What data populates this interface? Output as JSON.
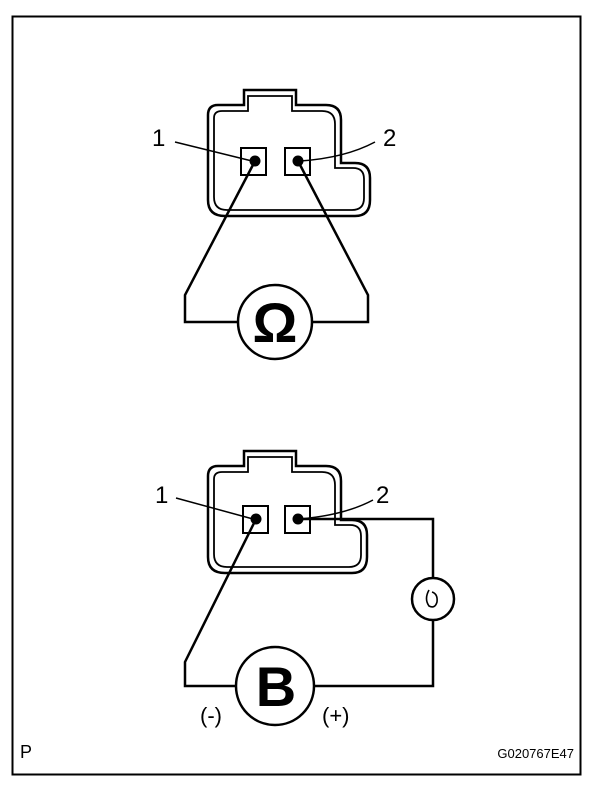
{
  "connector_top": {
    "pin1_label": "1",
    "pin2_label": "2",
    "meter_symbol": "Ω",
    "meter_icon": "ohmmeter-icon"
  },
  "connector_bottom": {
    "pin1_label": "1",
    "pin2_label": "2",
    "battery_symbol": "B",
    "battery_icon": "battery-icon",
    "lamp_icon": "test-lamp-icon",
    "negative_label": "(-)",
    "positive_label": "(+)"
  },
  "footer": {
    "corner_mark": "P",
    "figure_code": "G020767E47"
  },
  "colors": {
    "line": "#000000",
    "background": "#ffffff"
  }
}
